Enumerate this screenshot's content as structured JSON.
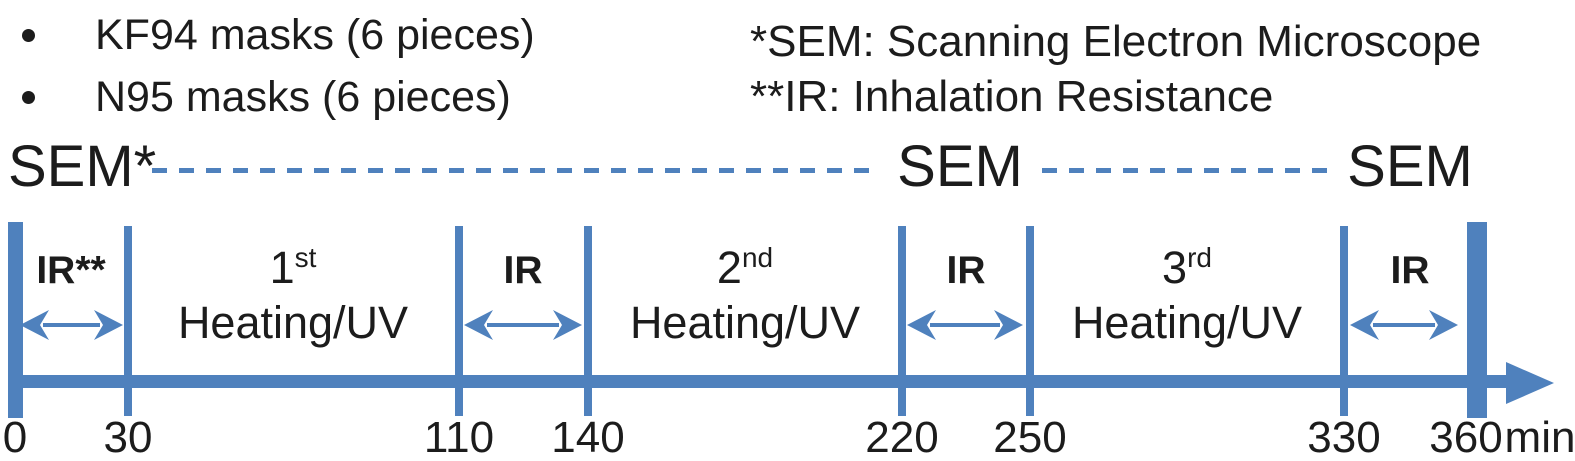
{
  "materials": {
    "items": [
      "KF94 masks (6 pieces)",
      "N95 masks (6 pieces)"
    ]
  },
  "legend": {
    "lines": [
      "*SEM: Scanning Electron Microscope",
      "**IR: Inhalation Resistance"
    ]
  },
  "sem_row": {
    "labels": [
      "SEM*",
      "SEM",
      "SEM"
    ]
  },
  "timeline": {
    "unit": "min",
    "tick_values": [
      "0",
      "30",
      "110",
      "140",
      "220",
      "250",
      "330",
      "360"
    ],
    "segments": [
      {
        "kind": "ir-test",
        "label": "IR**",
        "start_min": 0,
        "end_min": 30
      },
      {
        "kind": "heating-uv",
        "ordinal": "1",
        "suffix": "st",
        "label": "Heating/UV",
        "start_min": 30,
        "end_min": 110
      },
      {
        "kind": "ir-test",
        "label": "IR",
        "start_min": 110,
        "end_min": 140
      },
      {
        "kind": "heating-uv",
        "ordinal": "2",
        "suffix": "nd",
        "label": "Heating/UV",
        "start_min": 140,
        "end_min": 220
      },
      {
        "kind": "ir-test",
        "label": "IR",
        "start_min": 220,
        "end_min": 250
      },
      {
        "kind": "heating-uv",
        "ordinal": "3",
        "suffix": "rd",
        "label": "Heating/UV",
        "start_min": 250,
        "end_min": 330
      },
      {
        "kind": "ir-test",
        "label": "IR",
        "start_min": 330,
        "end_min": 360
      }
    ]
  },
  "colors": {
    "accent_blue": "#4f81bd",
    "text": "#1c1c1c"
  }
}
